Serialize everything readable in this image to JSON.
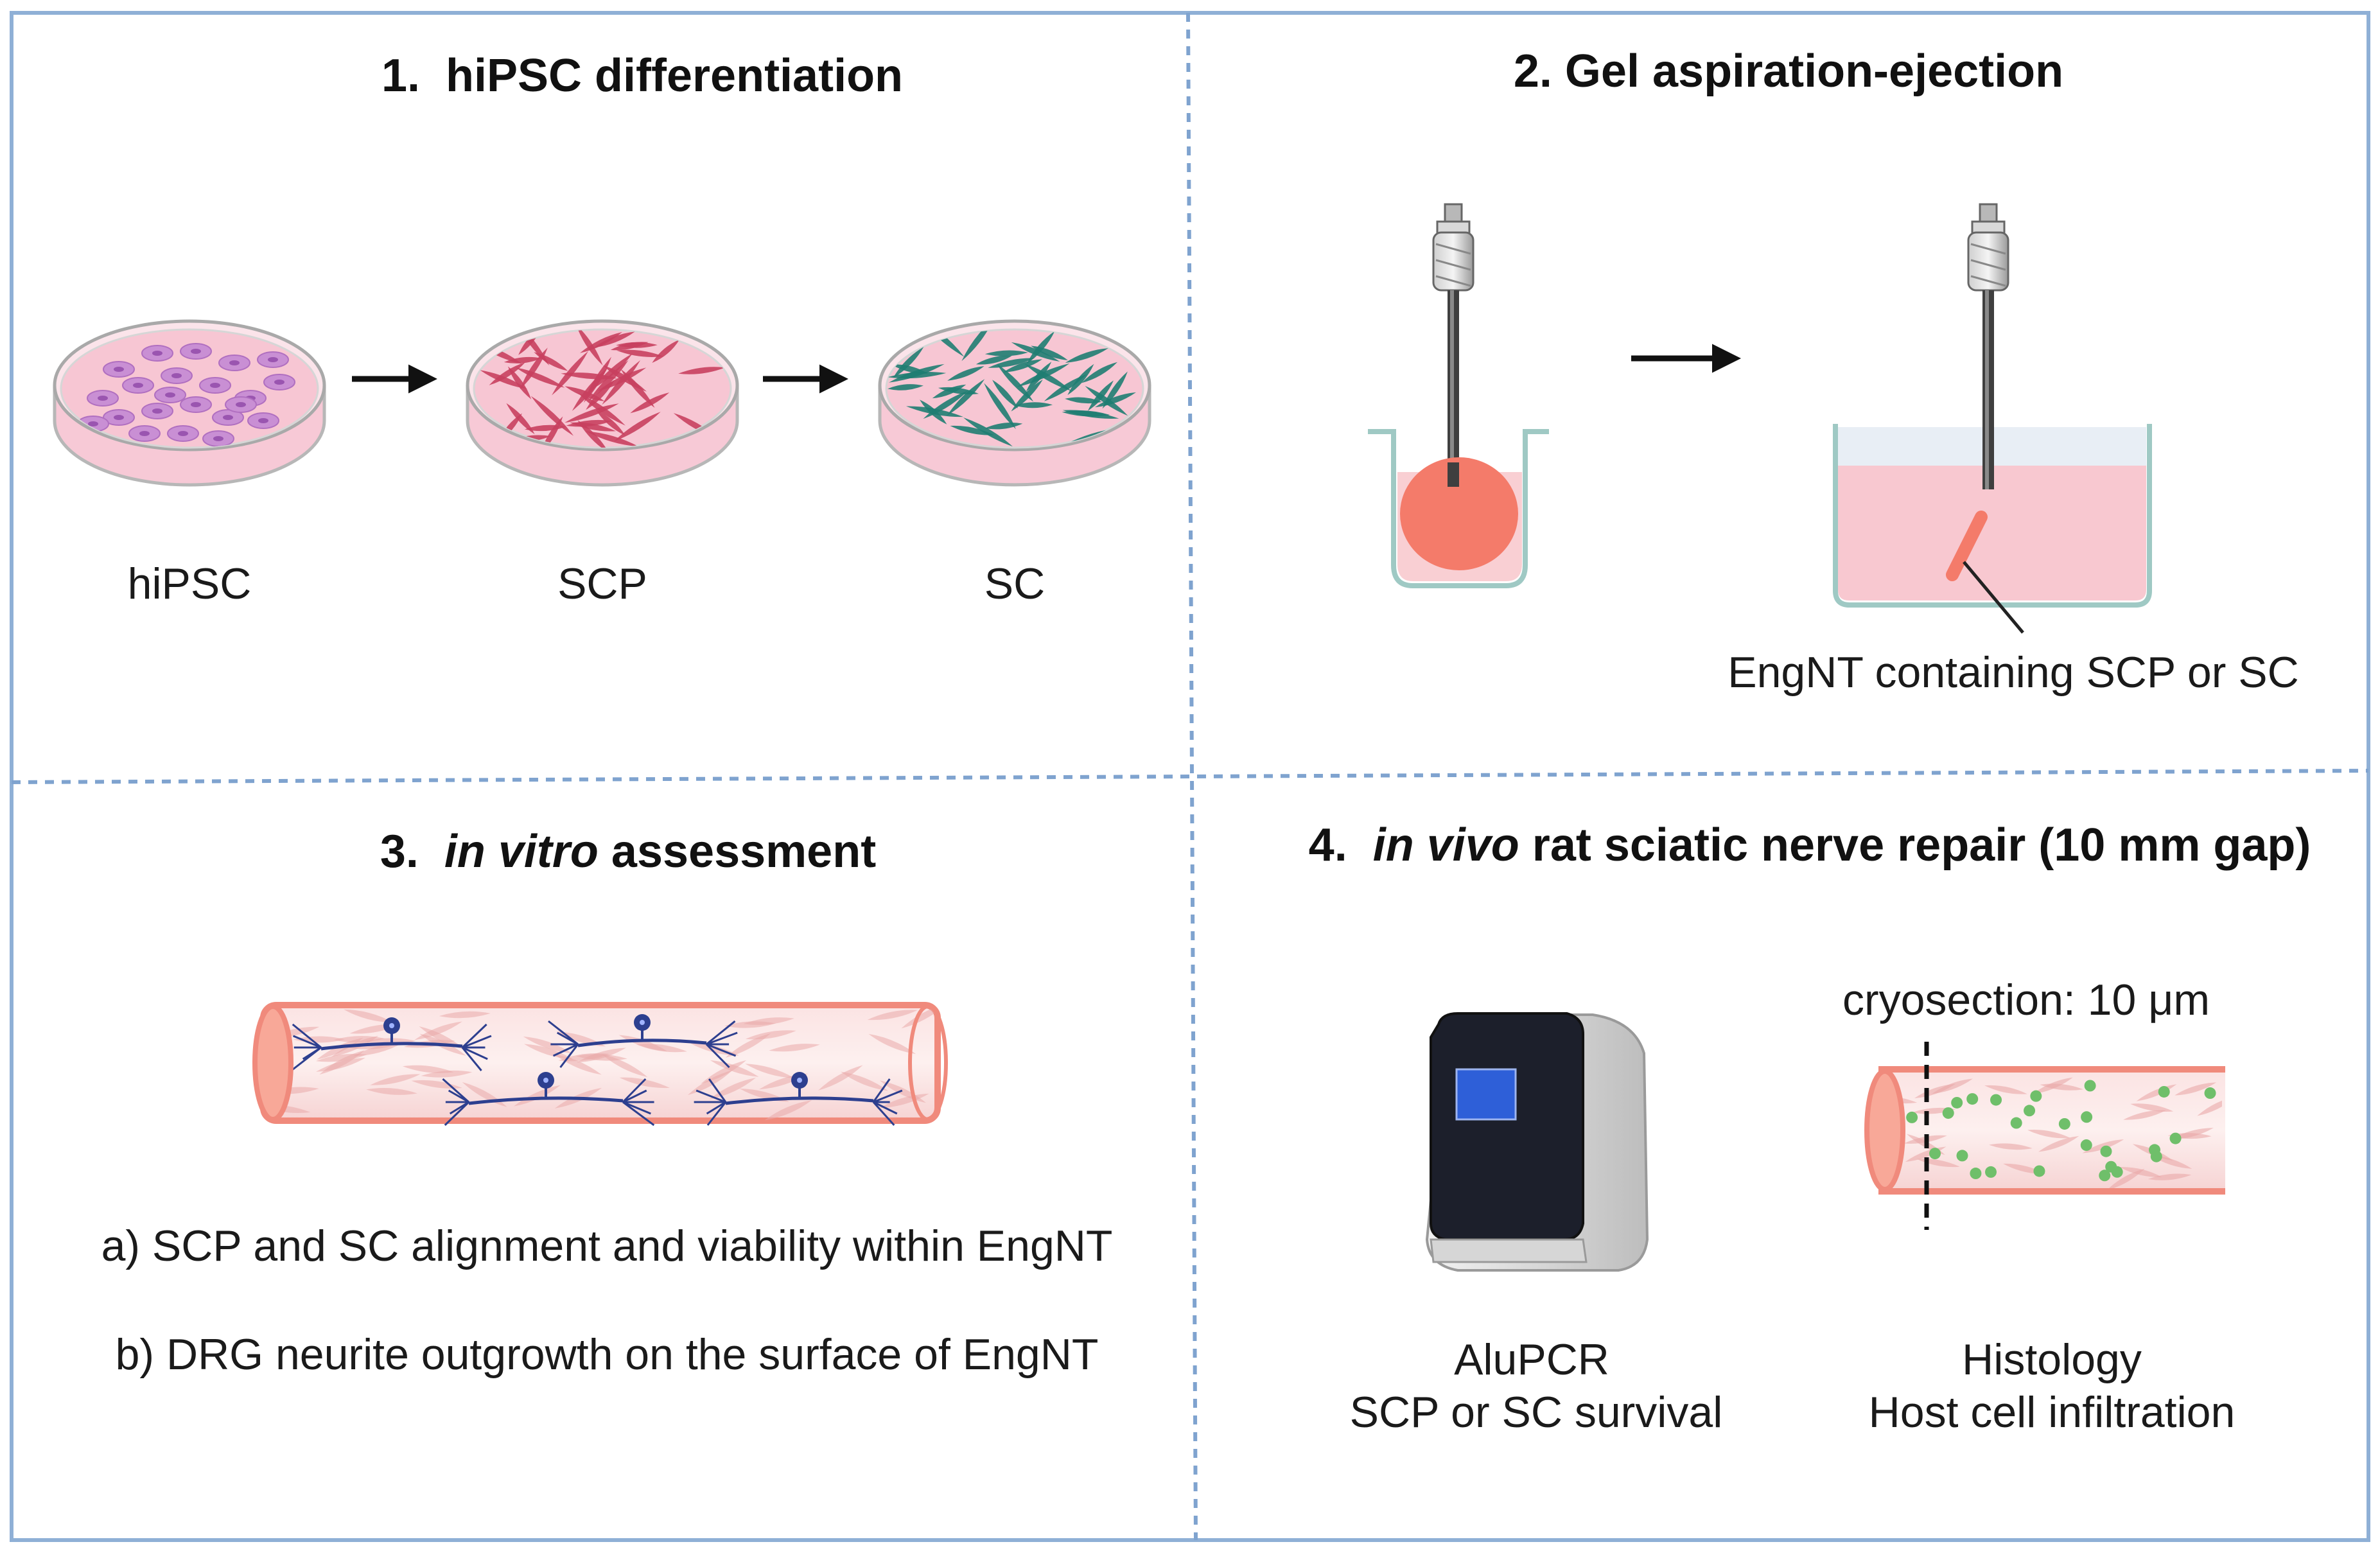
{
  "panel1": {
    "title_num": "1.",
    "title": "hiPSC differentiation",
    "dish_labels": [
      "hiPSC",
      "SCP",
      "SC"
    ]
  },
  "panel2": {
    "title": "2. Gel aspiration-ejection",
    "callout": "EngNT containing SCP or SC"
  },
  "panel3": {
    "title_num": "3.",
    "title_italic": "in vitro",
    "title_rest": " assessment",
    "item_a": "a) SCP and SC alignment and viability within EngNT",
    "item_b": "b) DRG neurite outgrowth on the surface of EngNT"
  },
  "panel4": {
    "title_num": "4.",
    "title_italic": "in vivo",
    "title_rest": " rat sciatic nerve repair (10 mm gap)",
    "cryo_label": "cryosection: 10 μm",
    "pcr_line1": "AluPCR",
    "pcr_line2": "SCP or SC survival",
    "histo_line1": "Histology",
    "histo_line2": "Host cell infiltration"
  },
  "colors": {
    "frame_blue": "#8fb0d6",
    "dish_pink": "#f7c9d6",
    "ipsc_purple": "#c98fd4",
    "scp_red": "#c8405f",
    "sc_teal": "#1f7d72",
    "gel_salmon": "#f47b6a",
    "tube_pink": "#f28b7e",
    "neuron_blue": "#2d3f8f",
    "dot_green": "#6fbf6a"
  }
}
